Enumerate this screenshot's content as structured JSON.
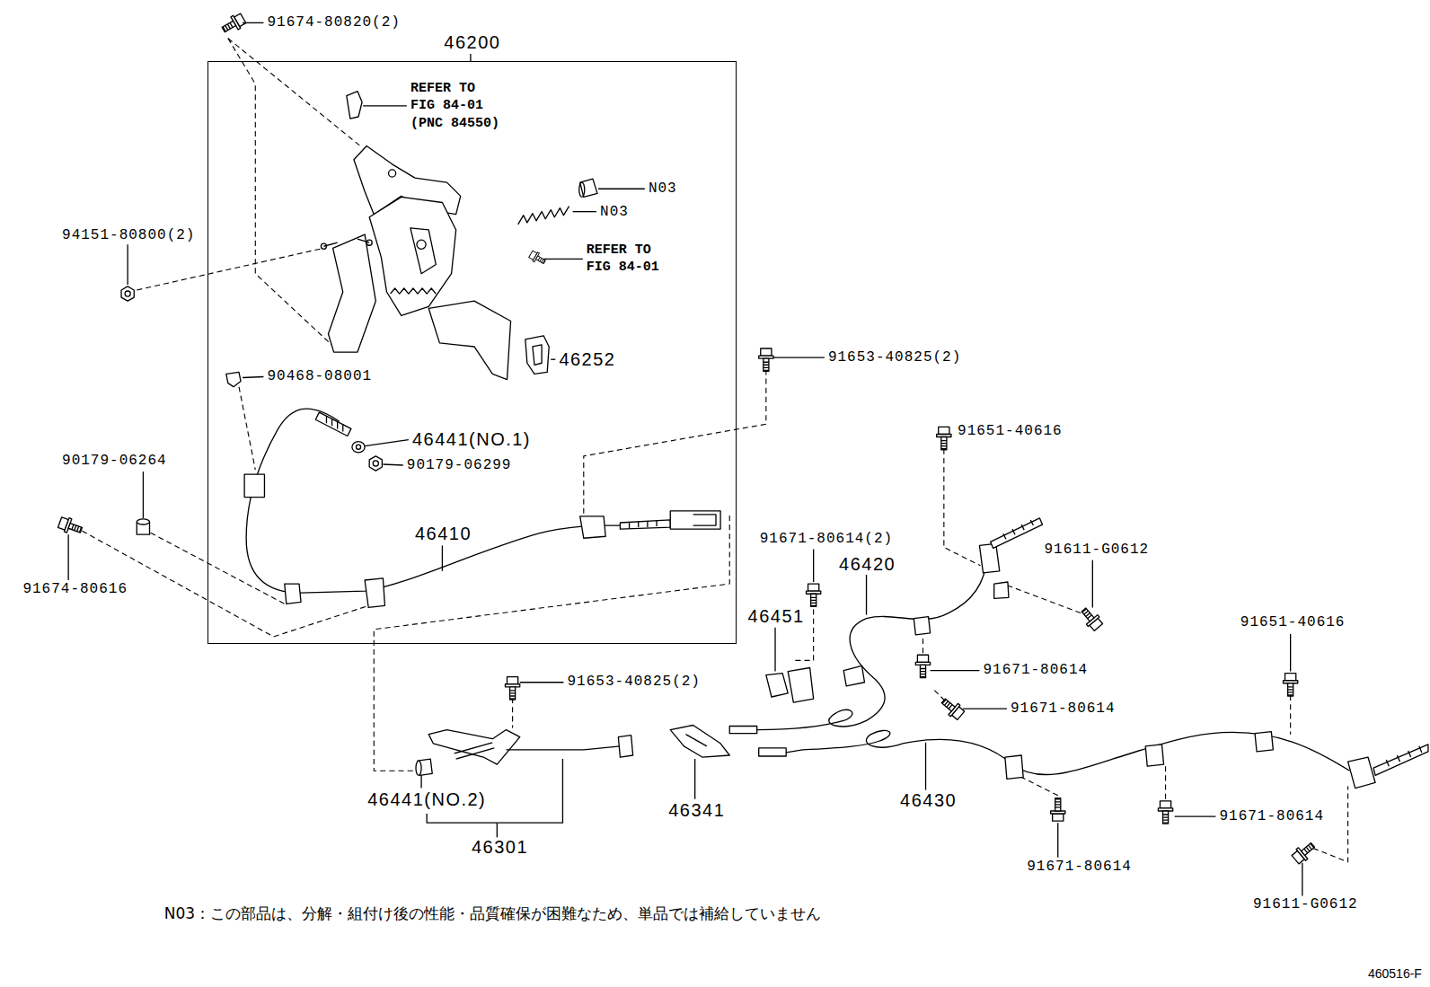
{
  "diagram": {
    "nodes": [
      {
        "text": [
          "46200"
        ]
      }
    ],
    "labels": [
      "91674-80820(2)",
      "REFER TO FIG 84-01 (PNC 84550)",
      "N03",
      "N03",
      "94151-80800(2)",
      "REFER TO FIG 84-01",
      "91653-40825(2)",
      "46252",
      "90468-08001",
      "91651-40616",
      "46441(NO.1)",
      "90179-06264",
      "90179-06299",
      "46410",
      "91611-G0612",
      "91671-80614(2)",
      "46420",
      "91674-80616",
      "46451",
      "91651-40616",
      "91671-80614",
      "91653-40825(2)",
      "91671-80614",
      "46441(NO.2)",
      "46430",
      "46341",
      "91671-80614",
      "46301",
      "91671-80614",
      "91611-G0612",
      "N03：この部品は、分解・組付け後の性能・品質確保が困難なため、単品では補給していません",
      "460516-F"
    ]
  }
}
